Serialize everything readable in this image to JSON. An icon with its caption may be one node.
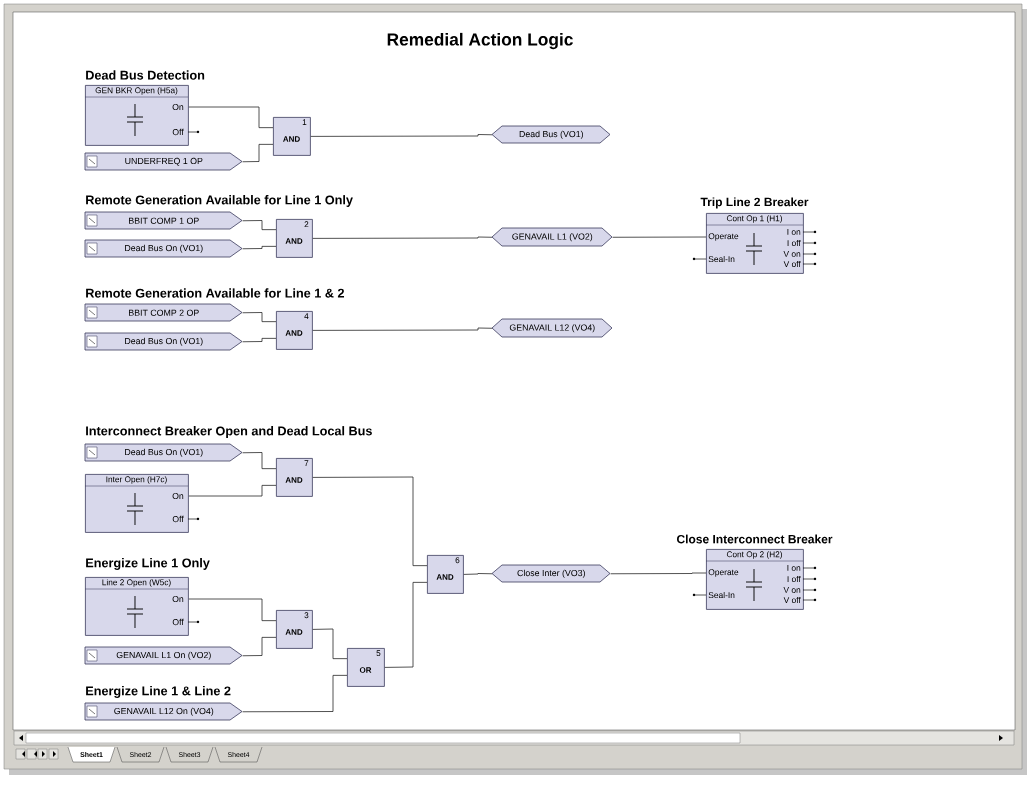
{
  "diagram": {
    "title": "Remedial Action Logic",
    "nodes": [
      {
        "text": [
          "GEN BKR Open (H5a)",
          "On",
          "Off"
        ]
      },
      {
        "text": [
          "UNDERFREQ 1 OP"
        ]
      },
      {
        "text": [
          "1",
          "AND"
        ]
      },
      {
        "text": [
          "Dead Bus (VO1)"
        ]
      },
      {
        "text": [
          "BBIT COMP 1 OP"
        ]
      },
      {
        "text": [
          "Dead Bus On (VO1)"
        ]
      },
      {
        "text": [
          "2",
          "AND"
        ]
      },
      {
        "text": [
          "GENAVAIL L1 (VO2)"
        ]
      },
      {
        "text": [
          "Trip Line 2 Breaker",
          "Cont Op 1 (H1)",
          "Operate",
          "Seal-In",
          "I on",
          "I off",
          "V on",
          "V off"
        ]
      },
      {
        "text": [
          "BBIT COMP 2 OP"
        ]
      },
      {
        "text": [
          "Dead Bus On (VO1)"
        ]
      },
      {
        "text": [
          "4",
          "AND"
        ]
      },
      {
        "text": [
          "GENAVAIL L12 (VO4)"
        ]
      },
      {
        "text": [
          "Dead Bus On (VO1)"
        ]
      },
      {
        "text": [
          "Inter Open (H7c)",
          "On",
          "Off"
        ]
      },
      {
        "text": [
          "7",
          "AND"
        ]
      },
      {
        "text": [
          "Line 2 Open (W5c)",
          "On",
          "Off"
        ]
      },
      {
        "text": [
          "3",
          "AND"
        ]
      },
      {
        "text": [
          "GENAVAIL L1 On (VO2)"
        ]
      },
      {
        "text": [
          "5",
          "OR"
        ]
      },
      {
        "text": [
          "GENAVAIL L12 On (VO4)"
        ]
      },
      {
        "text": [
          "6",
          "AND"
        ]
      },
      {
        "text": [
          "Close Inter (VO3)"
        ]
      },
      {
        "text": [
          "Close Interconnect Breaker",
          "Cont Op 2 (H2)",
          "Operate",
          "Seal-In",
          "I on",
          "I off",
          "V on",
          "V off"
        ]
      }
    ],
    "edges": [
      {
        "from": 0,
        "to": 2,
        "arrow": "none"
      },
      {
        "from": 1,
        "to": 2,
        "arrow": "none"
      },
      {
        "from": 2,
        "to": 3,
        "arrow": "none"
      },
      {
        "from": 4,
        "to": 6,
        "arrow": "none"
      },
      {
        "from": 5,
        "to": 6,
        "arrow": "none"
      },
      {
        "from": 6,
        "to": 7,
        "arrow": "none"
      },
      {
        "from": 7,
        "to": 8,
        "arrow": "none"
      },
      {
        "from": 9,
        "to": 11,
        "arrow": "none"
      },
      {
        "from": 10,
        "to": 11,
        "arrow": "none"
      },
      {
        "from": 11,
        "to": 12,
        "arrow": "none"
      },
      {
        "from": 13,
        "to": 15,
        "arrow": "none"
      },
      {
        "from": 14,
        "to": 15,
        "arrow": "none"
      },
      {
        "from": 15,
        "to": 21,
        "arrow": "none"
      },
      {
        "from": 16,
        "to": 17,
        "arrow": "none"
      },
      {
        "from": 18,
        "to": 17,
        "arrow": "none"
      },
      {
        "from": 17,
        "to": 19,
        "arrow": "none"
      },
      {
        "from": 20,
        "to": 19,
        "arrow": "none"
      },
      {
        "from": 19,
        "to": 21,
        "arrow": "none"
      },
      {
        "from": 21,
        "to": 22,
        "arrow": "none"
      },
      {
        "from": 22,
        "to": 23,
        "arrow": "none"
      }
    ],
    "labels": [
      "Dead Bus Detection",
      "Remote Generation Available for Line 1 Only",
      "Remote Generation Available for Line 1 & 2",
      "Interconnect Breaker Open and Dead Local Bus",
      "Energize Line 1 Only",
      "Energize Line 1 & Line 2",
      "Sheet1",
      "Sheet2",
      "Sheet3",
      "Sheet4"
    ]
  }
}
